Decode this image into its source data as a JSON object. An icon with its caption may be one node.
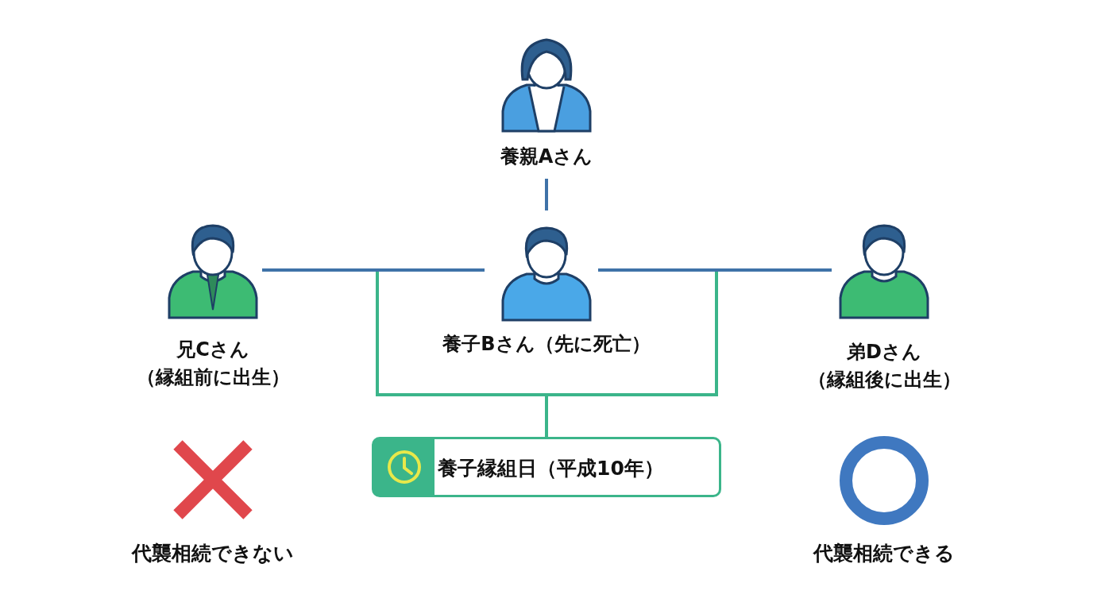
{
  "diagram": {
    "nodes": [
      {
        "text": [
          "養親Aさん"
        ]
      },
      {
        "text": [
          "兄Cさん",
          "（縁組前に出生）"
        ]
      },
      {
        "text": [
          "養子Bさん（先に死亡）"
        ]
      },
      {
        "text": [
          "弟Dさん",
          "（縁組後に出生）"
        ]
      },
      {
        "text": [
          "養子縁組日（平成10年）"
        ]
      }
    ],
    "edges": [
      {
        "from": 0,
        "to": 2,
        "arrow": "none"
      },
      {
        "from": 1,
        "to": 2,
        "arrow": "none"
      },
      {
        "from": 2,
        "to": 3,
        "arrow": "none"
      },
      {
        "from": 4,
        "to": null,
        "arrow": "none",
        "color": "#3bb58a"
      },
      {
        "from": 4,
        "to": null,
        "arrow": "none",
        "color": "#3bb58a"
      }
    ],
    "labels": [
      "代襲相続できない",
      "代襲相続できる"
    ]
  }
}
